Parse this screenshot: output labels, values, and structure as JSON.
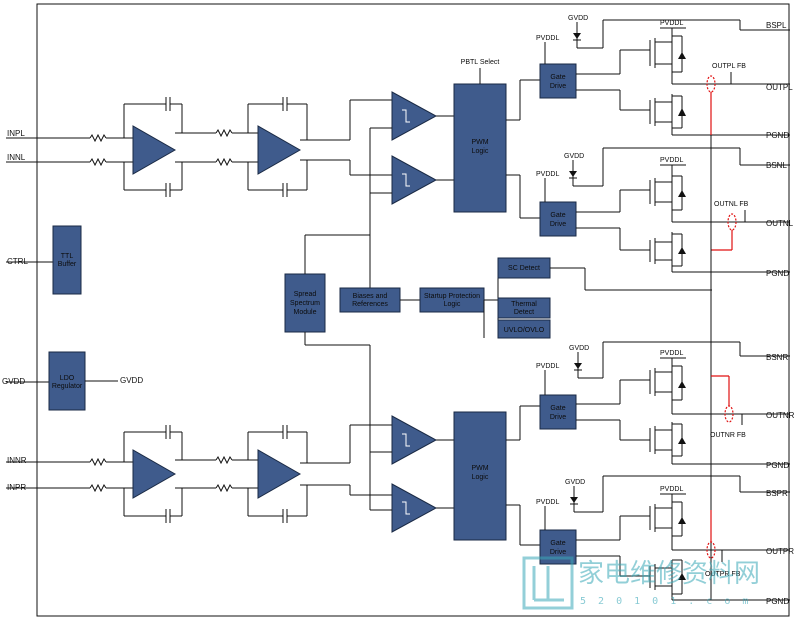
{
  "pins_left": {
    "inpl": "INPL",
    "innl": "INNL",
    "ctrl": "CTRL",
    "gvdd": "GVDD",
    "innr": "INNR",
    "inpr": "INPR"
  },
  "pins_right": {
    "bspl": "BSPL",
    "outpl": "OUTPL",
    "pgnd1": "PGND",
    "bsnl": "BSNL",
    "outnl": "OUTNL",
    "pgnd2": "PGND",
    "bsnr": "BSNR",
    "outnr": "OUTNR",
    "pgnd3": "PGND",
    "bspr": "BSPR",
    "outpr": "OUTPR",
    "pgnd4": "PGND"
  },
  "feedback": {
    "outpl_fb": "OUTPL FB",
    "outnl_fb": "OUTNL FB",
    "outnr_fb": "OUTNR FB",
    "outpr_fb": "OUTPR FB"
  },
  "blocks": {
    "ttl_buffer": [
      "TTL",
      "Buffer"
    ],
    "ldo_regulator": [
      "LDO",
      "Regulator"
    ],
    "ldo_out": "GVDD",
    "spread_spectrum": [
      "Spread",
      "Spectrum",
      "Module"
    ],
    "biases": [
      "Biases and",
      "References"
    ],
    "startup": [
      "Startup Protection",
      "Logic"
    ],
    "sc_detect": "SC Detect",
    "thermal": [
      "Thermal",
      "Detect"
    ],
    "uvlo": "UVLO/OVLO",
    "pwm_logic": [
      "PWM",
      "Logic"
    ],
    "gate_drive": [
      "Gate",
      "Drive"
    ],
    "pbtl_select": "PBTL Select"
  },
  "rails": {
    "gvdd": "GVDD",
    "pvddl": "PVDDL"
  },
  "watermark": {
    "text": "家电维修资料网",
    "url": "5 2 0 1 0 1 . c o m"
  },
  "colors": {
    "block_fill": "#3f5b8c",
    "feedback_red": "#e01010",
    "watermark": "#3aa8b8"
  }
}
